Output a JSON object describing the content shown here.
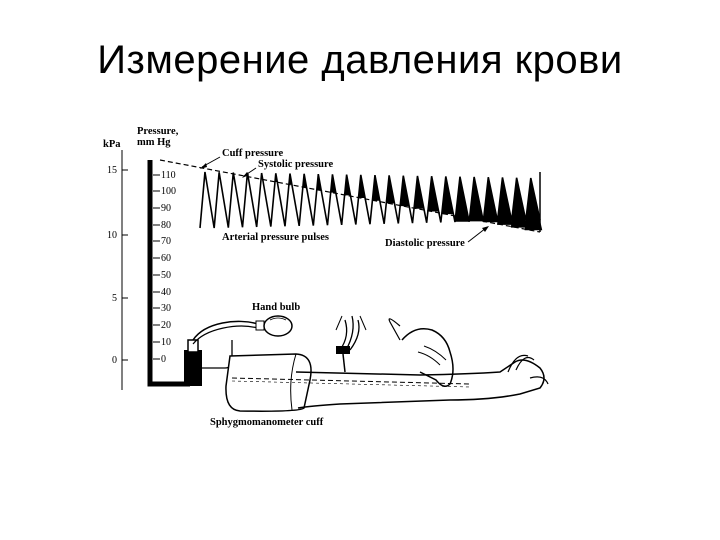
{
  "slide": {
    "title": "Измерение давления крови"
  },
  "figure": {
    "kpa_axis": {
      "unit": "kPa",
      "ticks": [
        "15",
        "10",
        "5",
        "0"
      ]
    },
    "mmhg_axis": {
      "unit_line1": "Pressure,",
      "unit_line2": "mm Hg",
      "ticks": [
        "110",
        "100",
        "90",
        "80",
        "70",
        "60",
        "50",
        "40",
        "30",
        "20",
        "10",
        "0"
      ]
    },
    "labels": {
      "cuff_pressure": "Cuff pressure",
      "systolic_pressure": "Systolic pressure",
      "arterial_pulses": "Arterial pressure pulses",
      "diastolic_pressure": "Diastolic pressure",
      "hand_bulb": "Hand bulb",
      "cuff": "Sphygmomanometer cuff"
    }
  }
}
